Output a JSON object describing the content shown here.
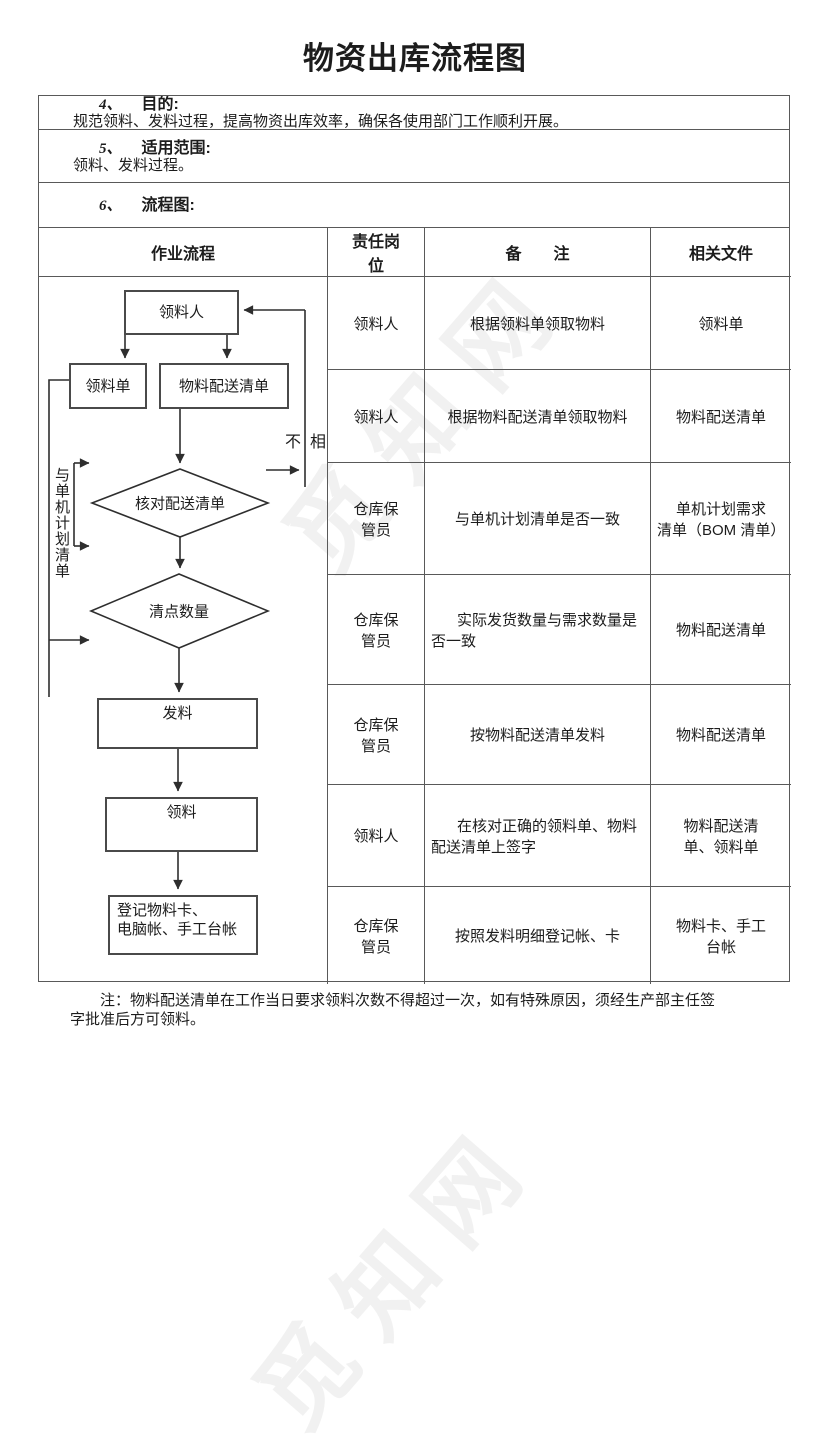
{
  "page": {
    "title": "物资出库流程图",
    "watermark": "觅知网"
  },
  "sections": [
    {
      "num": "4、",
      "heading": "目的:",
      "body": "规范领料、发料过程，提高物资出库效率，确保各使用部门工作顺利开展。"
    },
    {
      "num": "5、",
      "heading": "适用范围:",
      "body": "领料、发料过程。"
    },
    {
      "num": "6、",
      "heading": "流程图:",
      "body": ""
    }
  ],
  "table": {
    "headers": [
      "作业流程",
      "责任岗\n位",
      "备　　注",
      "相关文件"
    ],
    "rows": [
      {
        "role": "领料人",
        "remark": "根据领料单领取物料",
        "docs": "领料单"
      },
      {
        "role": "领料人",
        "remark": "根据物料配送清单领取物料",
        "docs": "物料配送清单"
      },
      {
        "role": "仓库保\n管员",
        "remark": "与单机计划清单是否一致",
        "docs": "单机计划需求\n清单（BOM 清单）"
      },
      {
        "role": "仓库保\n管员",
        "remark": "实际发货数量与需求数量是\n否一致",
        "docs": "物料配送清单"
      },
      {
        "role": "仓库保\n管员",
        "remark": "按物料配送清单发料",
        "docs": "物料配送清单"
      },
      {
        "role": "领料人",
        "remark": "在核对正确的领料单、物料\n配送清单上签字",
        "docs": "物料配送清\n单、领料单"
      },
      {
        "role": "仓库保\n管员",
        "remark": "按照发料明细登记帐、卡",
        "docs": "物料卡、手工\n台帐"
      }
    ]
  },
  "flowchart": {
    "receiver": "领料人",
    "requisition": "领料单",
    "delivery_list": "物料配送清单",
    "check_delivery": "核对配送清单",
    "count_quantity": "清点数量",
    "issue": "发料",
    "receive": "领料",
    "register": "登记物料卡、\n电脑帐、手工台帐",
    "mismatch_label": "不相",
    "side_label": "与单机计划清单"
  },
  "note": "注：物料配送清单在工作当日要求领料次数不得超过一次，如有特殊原因，须经生产部主任签\n字批准后方可领料。"
}
